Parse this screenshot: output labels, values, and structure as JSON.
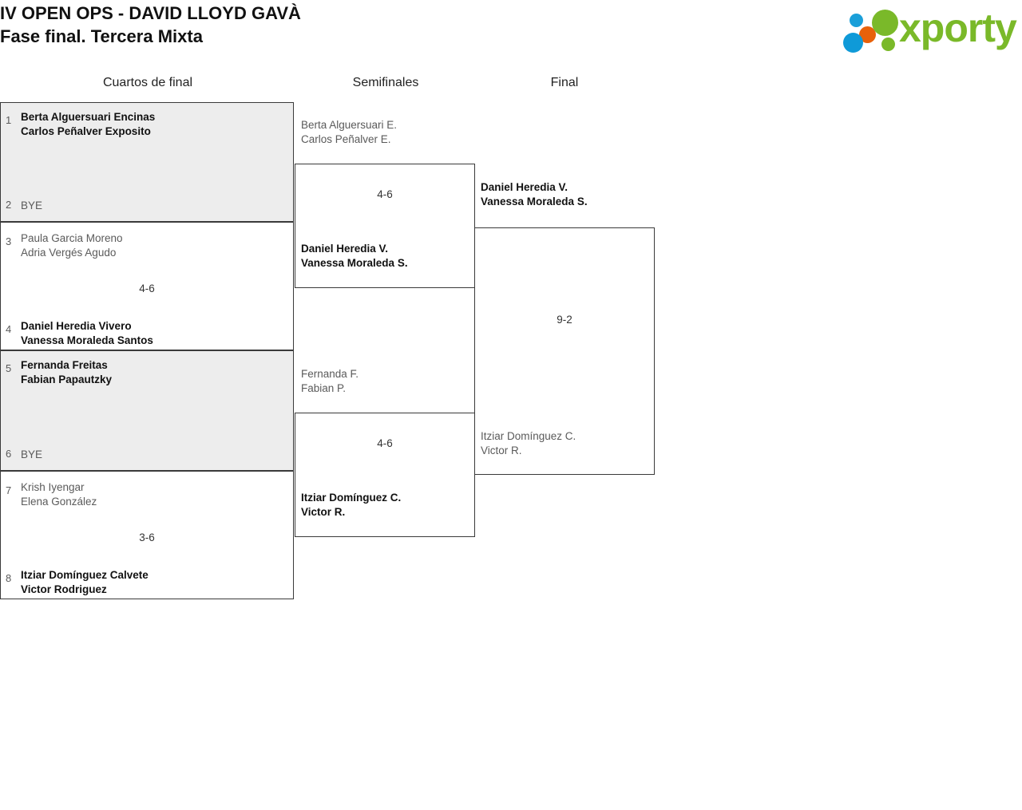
{
  "header": {
    "title_line1": "IV OPEN OPS - DAVID LLOYD GAVÀ",
    "title_line2": "Fase final. Tercera Mixta",
    "logo_text": "xporty",
    "logo_colors": {
      "green": "#7ab929",
      "blue": "#0f9ad8",
      "orange": "#e8610a"
    }
  },
  "rounds": [
    {
      "label": "Cuartos de final"
    },
    {
      "label": "Semifinales"
    },
    {
      "label": "Final"
    }
  ],
  "colors": {
    "shaded_row": "#ededed",
    "border": "#3a3a3a",
    "winner_text": "#111111",
    "loser_text": "#5a5a5a"
  },
  "quarterfinals": [
    {
      "shaded": true,
      "score": "",
      "top": {
        "seed": "1",
        "player1": "Berta Alguersuari Encinas",
        "player2": "Carlos Peñalver Exposito",
        "winner": true,
        "bye": false
      },
      "bottom": {
        "seed": "2",
        "player1": "BYE",
        "player2": "",
        "winner": false,
        "bye": true
      }
    },
    {
      "shaded": false,
      "score": "4-6",
      "top": {
        "seed": "3",
        "player1": "Paula Garcia Moreno",
        "player2": "Adria Vergés Agudo",
        "winner": false,
        "bye": false
      },
      "bottom": {
        "seed": "4",
        "player1": "Daniel Heredia Vivero",
        "player2": "Vanessa Moraleda Santos",
        "winner": true,
        "bye": false
      }
    },
    {
      "shaded": true,
      "score": "",
      "top": {
        "seed": "5",
        "player1": "Fernanda Freitas",
        "player2": "Fabian Papautzky",
        "winner": true,
        "bye": false
      },
      "bottom": {
        "seed": "6",
        "player1": "BYE",
        "player2": "",
        "winner": false,
        "bye": true
      }
    },
    {
      "shaded": false,
      "score": "3-6",
      "top": {
        "seed": "7",
        "player1": "Krish Iyengar",
        "player2": "Elena González",
        "winner": false,
        "bye": false
      },
      "bottom": {
        "seed": "8",
        "player1": "Itziar Domínguez Calvete",
        "player2": "Victor Rodriguez",
        "winner": true,
        "bye": false
      }
    }
  ],
  "semifinals": [
    {
      "score": "4-6",
      "top": {
        "player1": "Berta Alguersuari E.",
        "player2": "Carlos Peñalver E.",
        "winner": false
      },
      "bottom": {
        "player1": "Daniel Heredia V.",
        "player2": "Vanessa Moraleda S.",
        "winner": true
      }
    },
    {
      "score": "4-6",
      "top": {
        "player1": "Fernanda F.",
        "player2": "Fabian P.",
        "winner": false
      },
      "bottom": {
        "player1": "Itziar Domínguez C.",
        "player2": "Victor R.",
        "winner": true
      }
    }
  ],
  "final": {
    "score": "9-2",
    "top": {
      "player1": "Daniel Heredia V.",
      "player2": "Vanessa Moraleda S.",
      "winner": true
    },
    "bottom": {
      "player1": "Itziar Domínguez C.",
      "player2": "Victor R.",
      "winner": false
    }
  }
}
